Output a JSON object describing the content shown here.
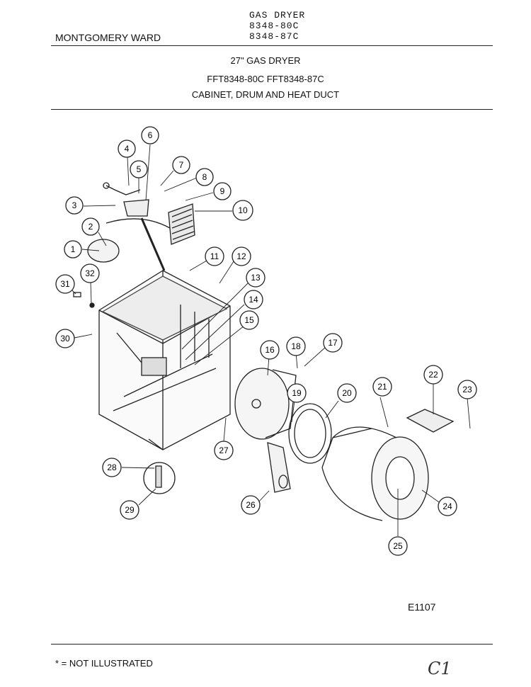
{
  "header": {
    "right_lines": [
      "GAS DRYER",
      "8348-80C",
      "8348-87C"
    ],
    "brand": "MONTGOMERY WARD"
  },
  "titles": {
    "line1": "27\" GAS DRYER",
    "line2": "FFT8348-80C  FFT8348-87C",
    "line3": "CABINET, DRUM AND HEAT DUCT"
  },
  "callouts": [
    "1",
    "2",
    "3",
    "4",
    "5",
    "6",
    "7",
    "8",
    "9",
    "10",
    "11",
    "12",
    "13",
    "14",
    "15",
    "16",
    "17",
    "18",
    "19",
    "20",
    "21",
    "22",
    "23",
    "24",
    "25",
    "26",
    "27",
    "28",
    "29",
    "30",
    "31",
    "32"
  ],
  "footer": {
    "doc_id": "E1107",
    "footnote": "* = NOT ILLUSTRATED",
    "handwritten_mark": "C1"
  }
}
